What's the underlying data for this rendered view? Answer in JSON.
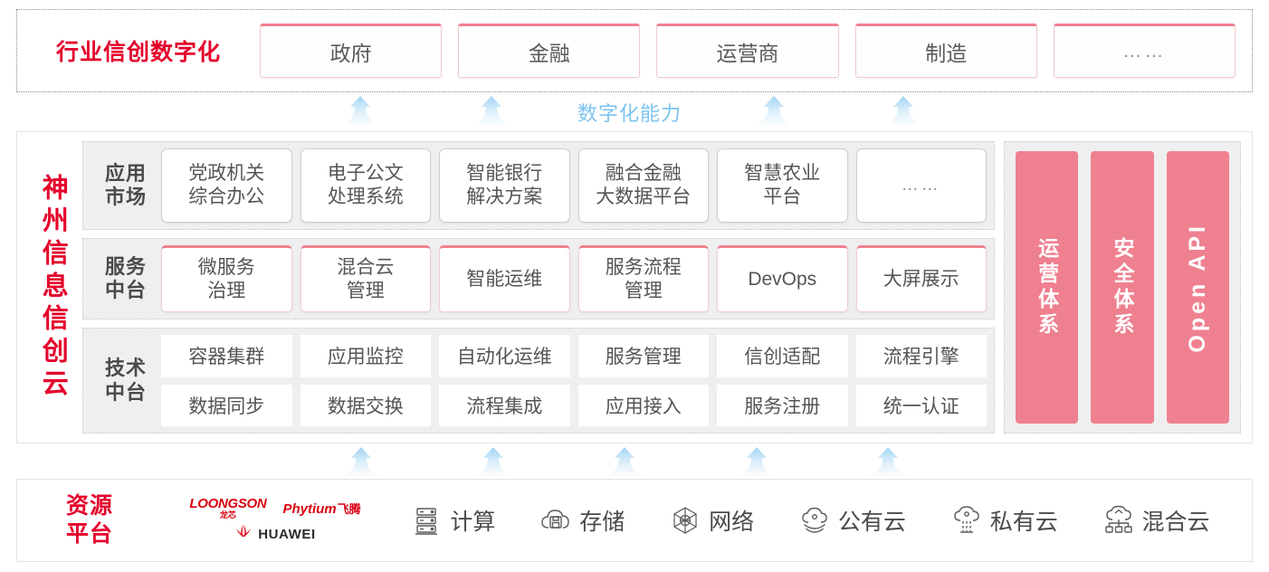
{
  "industry": {
    "title": "行业信创数字化",
    "boxes": [
      {
        "label": "政府"
      },
      {
        "label": "金融"
      },
      {
        "label": "运营商"
      },
      {
        "label": "制造"
      },
      {
        "label": "……"
      }
    ]
  },
  "capability": {
    "label": "数字化能力",
    "arrow_count": 4
  },
  "cloud": {
    "title": "神州信息信创云",
    "layers": [
      {
        "label": "应用\n市场",
        "label_line1": "应用",
        "label_line2": "市场",
        "cells": [
          "党政机关\n综合办公",
          "电子公文\n处理系统",
          "智能银行\n解决方案",
          "融合金融\n大数据平台",
          "智慧农业\n平台",
          "……"
        ]
      },
      {
        "label_line1": "服务",
        "label_line2": "中台",
        "cells": [
          "微服务\n治理",
          "混合云\n管理",
          "智能运维",
          "服务流程\n管理",
          "DevOps",
          "大屏展示"
        ]
      },
      {
        "label_line1": "技术",
        "label_line2": "中台",
        "row1": [
          "容器集群",
          "应用监控",
          "自动化运维",
          "服务管理",
          "信创适配",
          "流程引擎"
        ],
        "row2": [
          "数据同步",
          "数据交换",
          "流程集成",
          "应用接入",
          "服务注册",
          "统一认证"
        ]
      }
    ],
    "pillars": [
      {
        "label": "运营体系",
        "latin": false
      },
      {
        "label": "安全体系",
        "latin": false
      },
      {
        "label": "Open API",
        "latin": true
      }
    ]
  },
  "bottom_arrows": {
    "count": 5
  },
  "resource": {
    "title_line1": "资源",
    "title_line2": "平台",
    "vendors": [
      {
        "name_en": "LOONGSON",
        "name_cn": "龙芯"
      },
      {
        "name_en": "Phytium",
        "name_cn": "飞腾"
      },
      {
        "name_en": "HUAWEI",
        "name_cn": ""
      }
    ],
    "items": [
      {
        "label": "计算",
        "icon": "server-rack-icon"
      },
      {
        "label": "存储",
        "icon": "cloud-storage-icon"
      },
      {
        "label": "网络",
        "icon": "network-mesh-icon"
      },
      {
        "label": "公有云",
        "icon": "public-cloud-icon"
      },
      {
        "label": "私有云",
        "icon": "private-cloud-icon"
      },
      {
        "label": "混合云",
        "icon": "hybrid-cloud-icon"
      }
    ]
  },
  "colors": {
    "brand_red": "#e4002b",
    "accent_pink": "#ef8090",
    "capability_blue": "#7cc3ef",
    "panel_gray": "#efefef"
  }
}
